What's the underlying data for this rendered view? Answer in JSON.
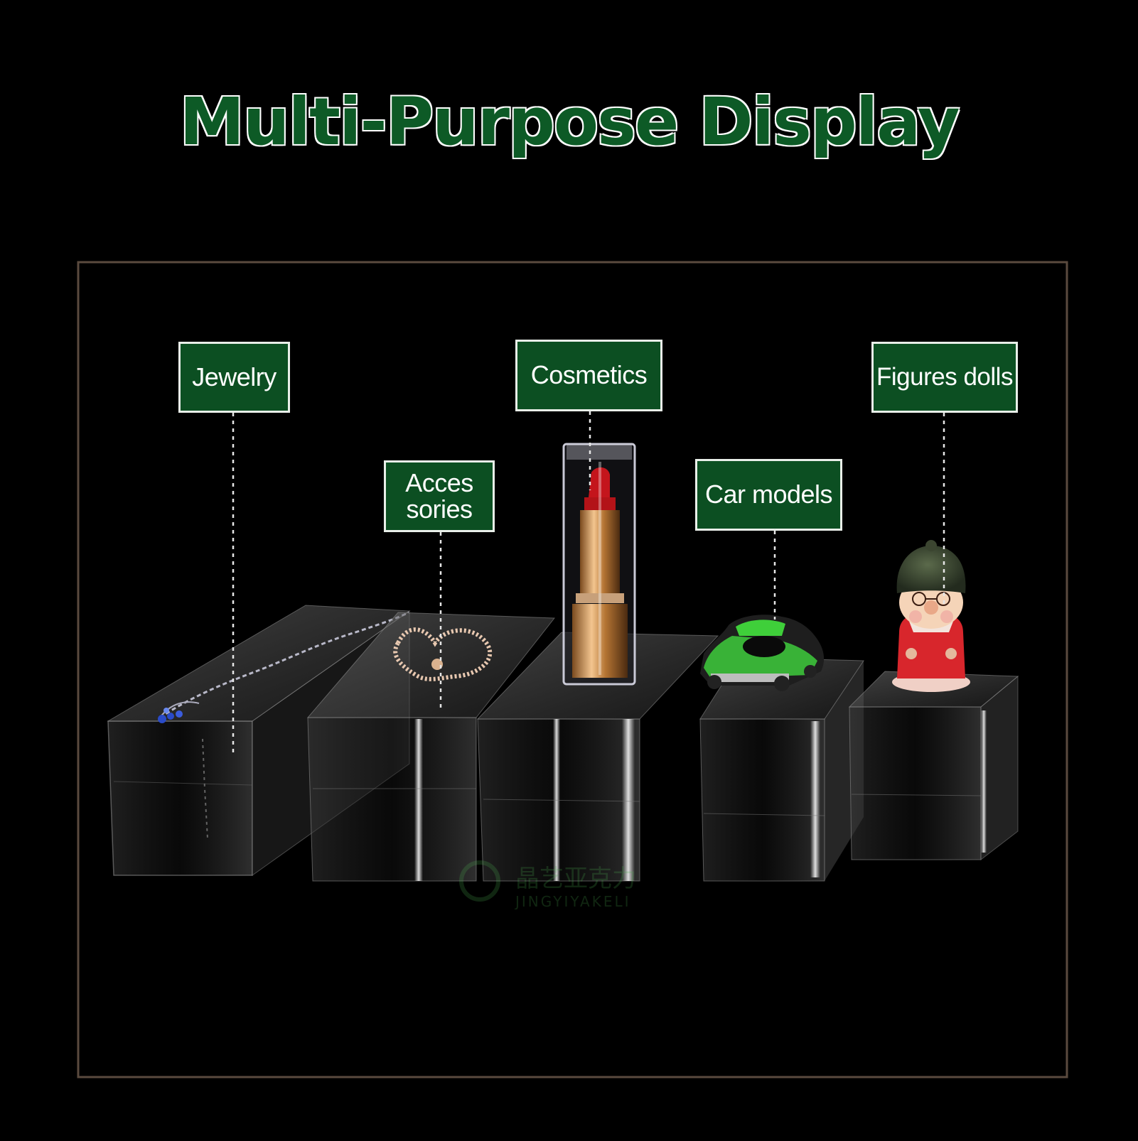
{
  "title": "Multi-Purpose Display",
  "labels": {
    "jewelry": "Jewelry",
    "accessories_line1": "Acces",
    "accessories_line2": "sories",
    "cosmetics": "Cosmetics",
    "car_models": "Car models",
    "figures_dolls": "Figures dolls"
  },
  "watermark": {
    "chinese": "晶艺亚克力",
    "latin": "JINGYIYAKELI"
  },
  "colors": {
    "background": "#000000",
    "title_fill": "#0d5a26",
    "label_fill": "#0c4f22",
    "label_border": "#e9efe9",
    "frame_border": "#5a4a3e"
  }
}
